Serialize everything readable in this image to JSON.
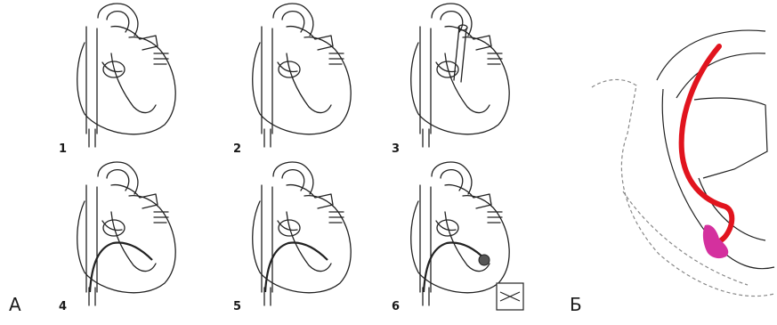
{
  "figure": {
    "panel_a_label": "A",
    "panel_b_label": "Б",
    "steps": [
      "1",
      "2",
      "3",
      "4",
      "5",
      "6"
    ],
    "colors": {
      "line_art": "#222222",
      "dashed_outline": "#888888",
      "red_catheter": "#e1141e",
      "magenta_device": "#d4309e"
    }
  }
}
